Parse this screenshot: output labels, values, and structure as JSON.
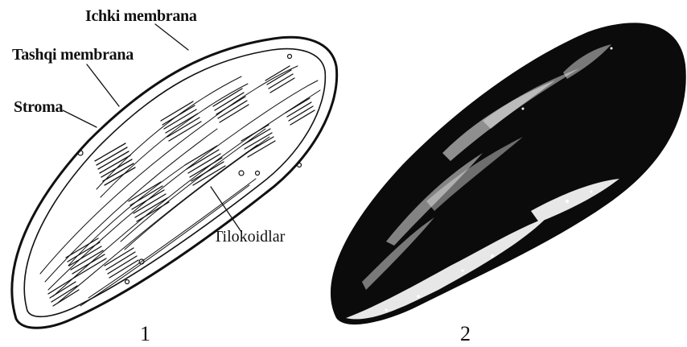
{
  "figure": {
    "labels": {
      "inner_membrane": "Ichki membrana",
      "outer_membrane": "Tashqi membrana",
      "stroma": "Stroma",
      "thylakoids": "Tilokoidlar"
    },
    "panels": [
      {
        "number": "1"
      },
      {
        "number": "2"
      }
    ],
    "colors": {
      "ink": "#111111",
      "background": "#ffffff"
    }
  }
}
